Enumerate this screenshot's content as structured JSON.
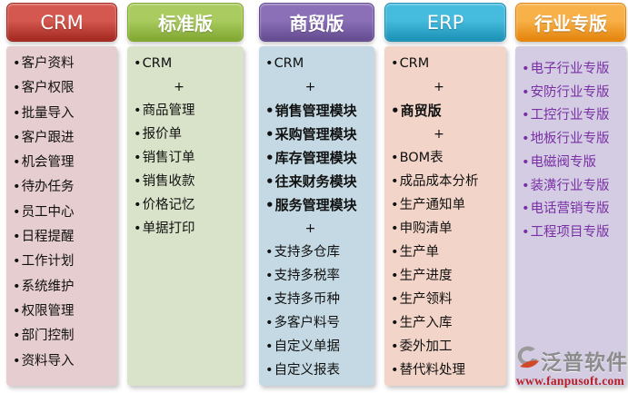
{
  "columns": [
    {
      "id": "crm",
      "title": "CRM",
      "header_top": "#D4584F",
      "header_bottom": "#A2271F",
      "body_bg": "#E6CDCF",
      "item_color": "#111111",
      "items": [
        {
          "text": "客户资料"
        },
        {
          "text": "客户权限"
        },
        {
          "text": "批量导入"
        },
        {
          "text": "客户跟进"
        },
        {
          "text": "机会管理"
        },
        {
          "text": "待办任务"
        },
        {
          "text": "员工中心"
        },
        {
          "text": "日程提醒"
        },
        {
          "text": "工作计划"
        },
        {
          "text": "系统维护"
        },
        {
          "text": "权限管理"
        },
        {
          "text": "部门控制"
        },
        {
          "text": "资料导入"
        }
      ]
    },
    {
      "id": "standard",
      "title": "标准版",
      "header_top": "#A9CB5F",
      "header_bottom": "#7FA62F",
      "body_bg": "#D9E3C9",
      "item_color": "#111111",
      "items": [
        {
          "text": "CRM"
        },
        {
          "type": "plus",
          "text": "+"
        },
        {
          "text": "商品管理"
        },
        {
          "text": "报价单"
        },
        {
          "text": "销售订单"
        },
        {
          "text": "销售收款"
        },
        {
          "text": "价格记忆"
        },
        {
          "text": "单据打印"
        }
      ]
    },
    {
      "id": "trade",
      "title": "商贸版",
      "header_top": "#8B70B8",
      "header_bottom": "#634A8E",
      "body_bg": "#C4D9E3",
      "item_color": "#111111",
      "items": [
        {
          "text": "CRM"
        },
        {
          "type": "plus",
          "text": "+"
        },
        {
          "text": "销售管理模块",
          "bold": true
        },
        {
          "text": "采购管理模块",
          "bold": true
        },
        {
          "text": "库存管理模块",
          "bold": true
        },
        {
          "text": "往来财务模块",
          "bold": true
        },
        {
          "text": "服务管理模块",
          "bold": true
        },
        {
          "type": "plus",
          "text": "+"
        },
        {
          "text": "支持多仓库"
        },
        {
          "text": "支持多税率"
        },
        {
          "text": "支持多币种"
        },
        {
          "text": "多客户料号"
        },
        {
          "text": "自定义单据"
        },
        {
          "text": "自定义报表"
        }
      ]
    },
    {
      "id": "erp",
      "title": "ERP",
      "header_top": "#45BBDD",
      "header_bottom": "#1B90B5",
      "body_bg": "#F2D5C8",
      "item_color": "#111111",
      "items": [
        {
          "text": "CRM"
        },
        {
          "type": "plus",
          "text": "+"
        },
        {
          "text": "商贸版",
          "bold": true
        },
        {
          "type": "plus",
          "text": "+"
        },
        {
          "text": "BOM表"
        },
        {
          "text": "成品成本分析"
        },
        {
          "text": "生产通知单"
        },
        {
          "text": "申购清单"
        },
        {
          "text": "生产单"
        },
        {
          "text": "生产进度"
        },
        {
          "text": "生产领料"
        },
        {
          "text": "生产入库"
        },
        {
          "text": "委外加工"
        },
        {
          "text": "替代料处理"
        }
      ]
    },
    {
      "id": "industry",
      "title": "行业专版",
      "header_top": "#F8B148",
      "header_bottom": "#E3830A",
      "body_bg": "#D3CCE3",
      "item_color": "#7A2FA5",
      "items": [
        {
          "text": "电子行业专版"
        },
        {
          "text": "安防行业专版"
        },
        {
          "text": "工控行业专版"
        },
        {
          "text": "地板行业专版"
        },
        {
          "text": "电磁阀专版"
        },
        {
          "text": "装潢行业专版"
        },
        {
          "text": "电话营销专版"
        },
        {
          "text": "工程项目专版"
        }
      ]
    }
  ],
  "watermark": {
    "brand": "泛普软件",
    "url": "www.fanpusoft.com",
    "brand_color": "#8C8C8C",
    "url_color": "#B52025",
    "logo_gray": "#9A9A9A",
    "logo_red": "#D2482A"
  }
}
